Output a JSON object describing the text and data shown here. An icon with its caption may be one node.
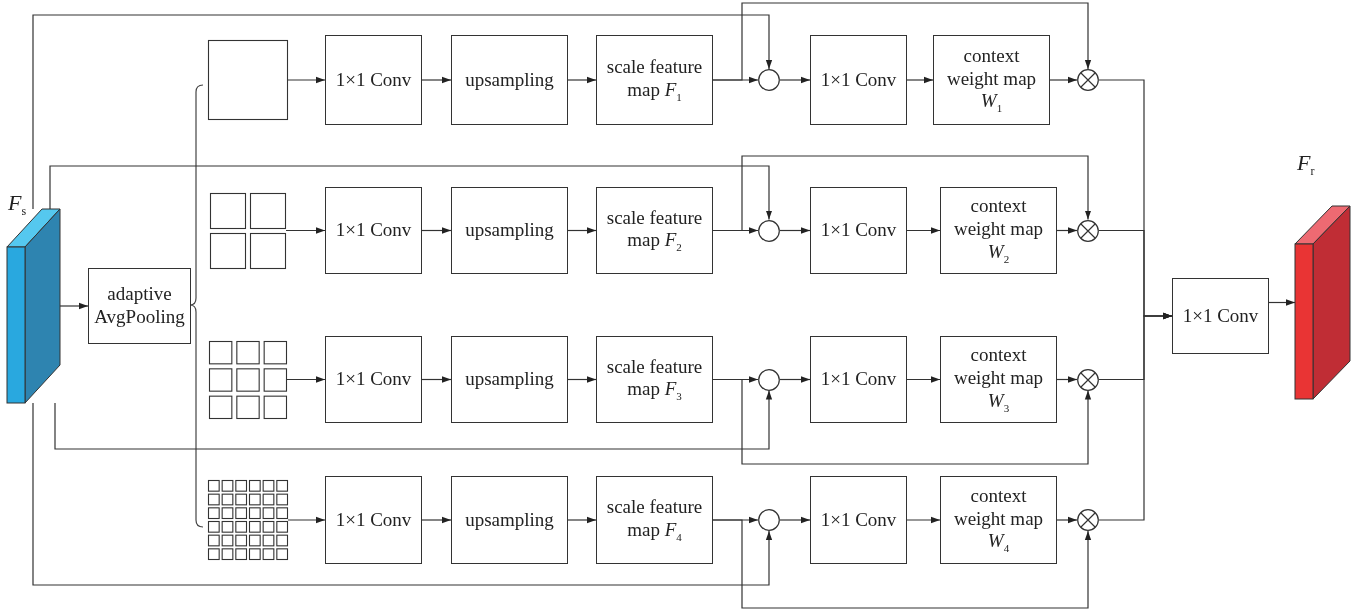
{
  "diagram": {
    "nodes": [
      {
        "text": [],
        "shape": "cuboid",
        "beside": [
          "*F*$_{s}$"
        ]
      },
      {
        "text": [
          "adaptive AvgPooling"
        ]
      },
      {
        "text": [],
        "shape": "grid"
      },
      {
        "text": [
          "1×1 Conv"
        ]
      },
      {
        "text": [
          "upsampling"
        ]
      },
      {
        "text": [
          "scale feature map *F*$_{1}$"
        ]
      },
      {
        "text": [],
        "shape": "circle"
      },
      {
        "text": [
          "1×1 Conv"
        ]
      },
      {
        "text": [
          "context weight map *W*$_{1}$"
        ]
      },
      {
        "text": [],
        "shape": "cross-circle"
      },
      {
        "text": [],
        "shape": "grid"
      },
      {
        "text": [
          "1×1 Conv"
        ]
      },
      {
        "text": [
          "upsampling"
        ]
      },
      {
        "text": [
          "scale feature map *F*$_{2}$"
        ]
      },
      {
        "text": [],
        "shape": "circle"
      },
      {
        "text": [
          "1×1 Conv"
        ]
      },
      {
        "text": [
          "context weight map *W*$_{2}$"
        ]
      },
      {
        "text": [],
        "shape": "cross-circle"
      },
      {
        "text": [],
        "shape": "grid"
      },
      {
        "text": [
          "1×1 Conv"
        ]
      },
      {
        "text": [
          "upsampling"
        ]
      },
      {
        "text": [
          "scale feature map *F*$_{3}$"
        ]
      },
      {
        "text": [],
        "shape": "circle"
      },
      {
        "text": [
          "1×1 Conv"
        ]
      },
      {
        "text": [
          "context weight map *W*$_{3}$"
        ]
      },
      {
        "text": [],
        "shape": "cross-circle"
      },
      {
        "text": [],
        "shape": "grid"
      },
      {
        "text": [
          "1×1 Conv"
        ]
      },
      {
        "text": [
          "upsampling"
        ]
      },
      {
        "text": [
          "scale feature map *F*$_{4}$"
        ]
      },
      {
        "text": [],
        "shape": "circle"
      },
      {
        "text": [
          "1×1 Conv"
        ]
      },
      {
        "text": [
          "context weight map *W*$_{4}$"
        ]
      },
      {
        "text": [],
        "shape": "cross-circle"
      },
      {
        "text": [
          "1×1 Conv"
        ]
      },
      {
        "text": [],
        "shape": "cuboid",
        "beside": [
          "*F*$_{r}$"
        ]
      }
    ],
    "edges": [
      {
        "from": 0,
        "to": 1,
        "arrow": "to"
      },
      {
        "from": 2,
        "to": 3,
        "arrow": "to"
      },
      {
        "from": 3,
        "to": 4,
        "arrow": "to"
      },
      {
        "from": 4,
        "to": 5,
        "arrow": "to"
      },
      {
        "from": 5,
        "to": 6,
        "arrow": "to"
      },
      {
        "from": 0,
        "to": 6,
        "arrow": "to"
      },
      {
        "from": 5,
        "to": 9,
        "arrow": "to"
      },
      {
        "from": 6,
        "to": 7,
        "arrow": "to"
      },
      {
        "from": 7,
        "to": 8,
        "arrow": "to"
      },
      {
        "from": 8,
        "to": 9,
        "arrow": "to"
      },
      {
        "from": 9,
        "to": 34,
        "arrow": "to"
      },
      {
        "from": 10,
        "to": 11,
        "arrow": "to"
      },
      {
        "from": 11,
        "to": 12,
        "arrow": "to"
      },
      {
        "from": 12,
        "to": 13,
        "arrow": "to"
      },
      {
        "from": 13,
        "to": 14,
        "arrow": "to"
      },
      {
        "from": 0,
        "to": 14,
        "arrow": "to"
      },
      {
        "from": 13,
        "to": 17,
        "arrow": "to"
      },
      {
        "from": 14,
        "to": 15,
        "arrow": "to"
      },
      {
        "from": 15,
        "to": 16,
        "arrow": "to"
      },
      {
        "from": 16,
        "to": 17,
        "arrow": "to"
      },
      {
        "from": 17,
        "to": 34,
        "arrow": "to"
      },
      {
        "from": 18,
        "to": 19,
        "arrow": "to"
      },
      {
        "from": 19,
        "to": 20,
        "arrow": "to"
      },
      {
        "from": 20,
        "to": 21,
        "arrow": "to"
      },
      {
        "from": 21,
        "to": 22,
        "arrow": "to"
      },
      {
        "from": 0,
        "to": 22,
        "arrow": "to"
      },
      {
        "from": 21,
        "to": 25,
        "arrow": "to"
      },
      {
        "from": 22,
        "to": 23,
        "arrow": "to"
      },
      {
        "from": 23,
        "to": 24,
        "arrow": "to"
      },
      {
        "from": 24,
        "to": 25,
        "arrow": "to"
      },
      {
        "from": 25,
        "to": 34,
        "arrow": "to"
      },
      {
        "from": 26,
        "to": 27,
        "arrow": "to"
      },
      {
        "from": 27,
        "to": 28,
        "arrow": "to"
      },
      {
        "from": 28,
        "to": 29,
        "arrow": "to"
      },
      {
        "from": 29,
        "to": 30,
        "arrow": "to"
      },
      {
        "from": 0,
        "to": 30,
        "arrow": "to"
      },
      {
        "from": 29,
        "to": 33,
        "arrow": "to"
      },
      {
        "from": 30,
        "to": 31,
        "arrow": "to"
      },
      {
        "from": 31,
        "to": 32,
        "arrow": "to"
      },
      {
        "from": 32,
        "to": 33,
        "arrow": "to"
      },
      {
        "from": 33,
        "to": 34,
        "arrow": "to"
      },
      {
        "from": 34,
        "to": 35,
        "arrow": "to"
      }
    ]
  }
}
